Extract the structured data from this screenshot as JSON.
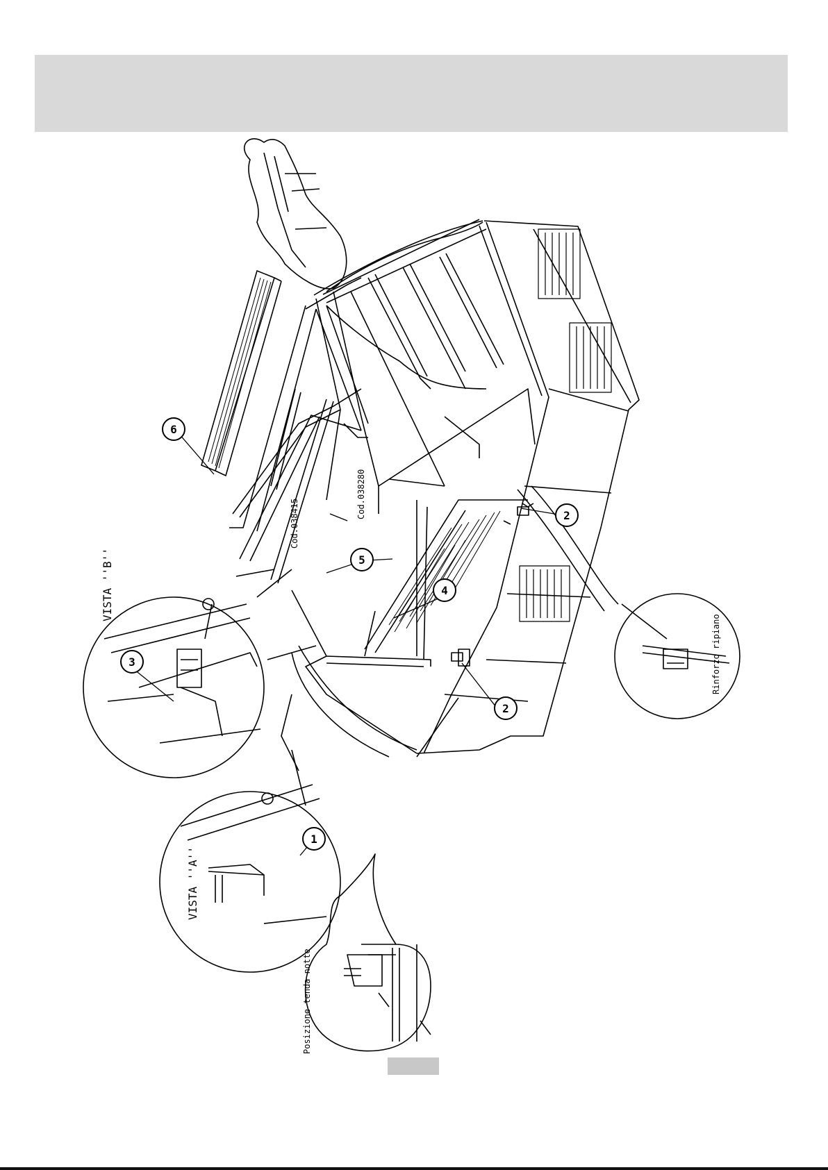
{
  "diagram": {
    "view_labels": {
      "view_b": "VISTA ''B''",
      "view_a": "VISTA ''A''"
    },
    "detail_labels": {
      "shelf_reinforcement": "Rinforzo ripiano",
      "night_curtain_position": "Posizione tenda notte"
    },
    "part_codes": {
      "code_1": "Cod.038415",
      "code_2": "Cod.038280"
    },
    "callouts": {
      "c1": "1",
      "c2a": "2",
      "c2b": "2",
      "c3": "3",
      "c4": "4",
      "c5": "5",
      "c6": "6"
    },
    "header_band_color": "#d9d9d9",
    "page_tab_color": "#c8c8c8",
    "line_color": "#000000"
  }
}
